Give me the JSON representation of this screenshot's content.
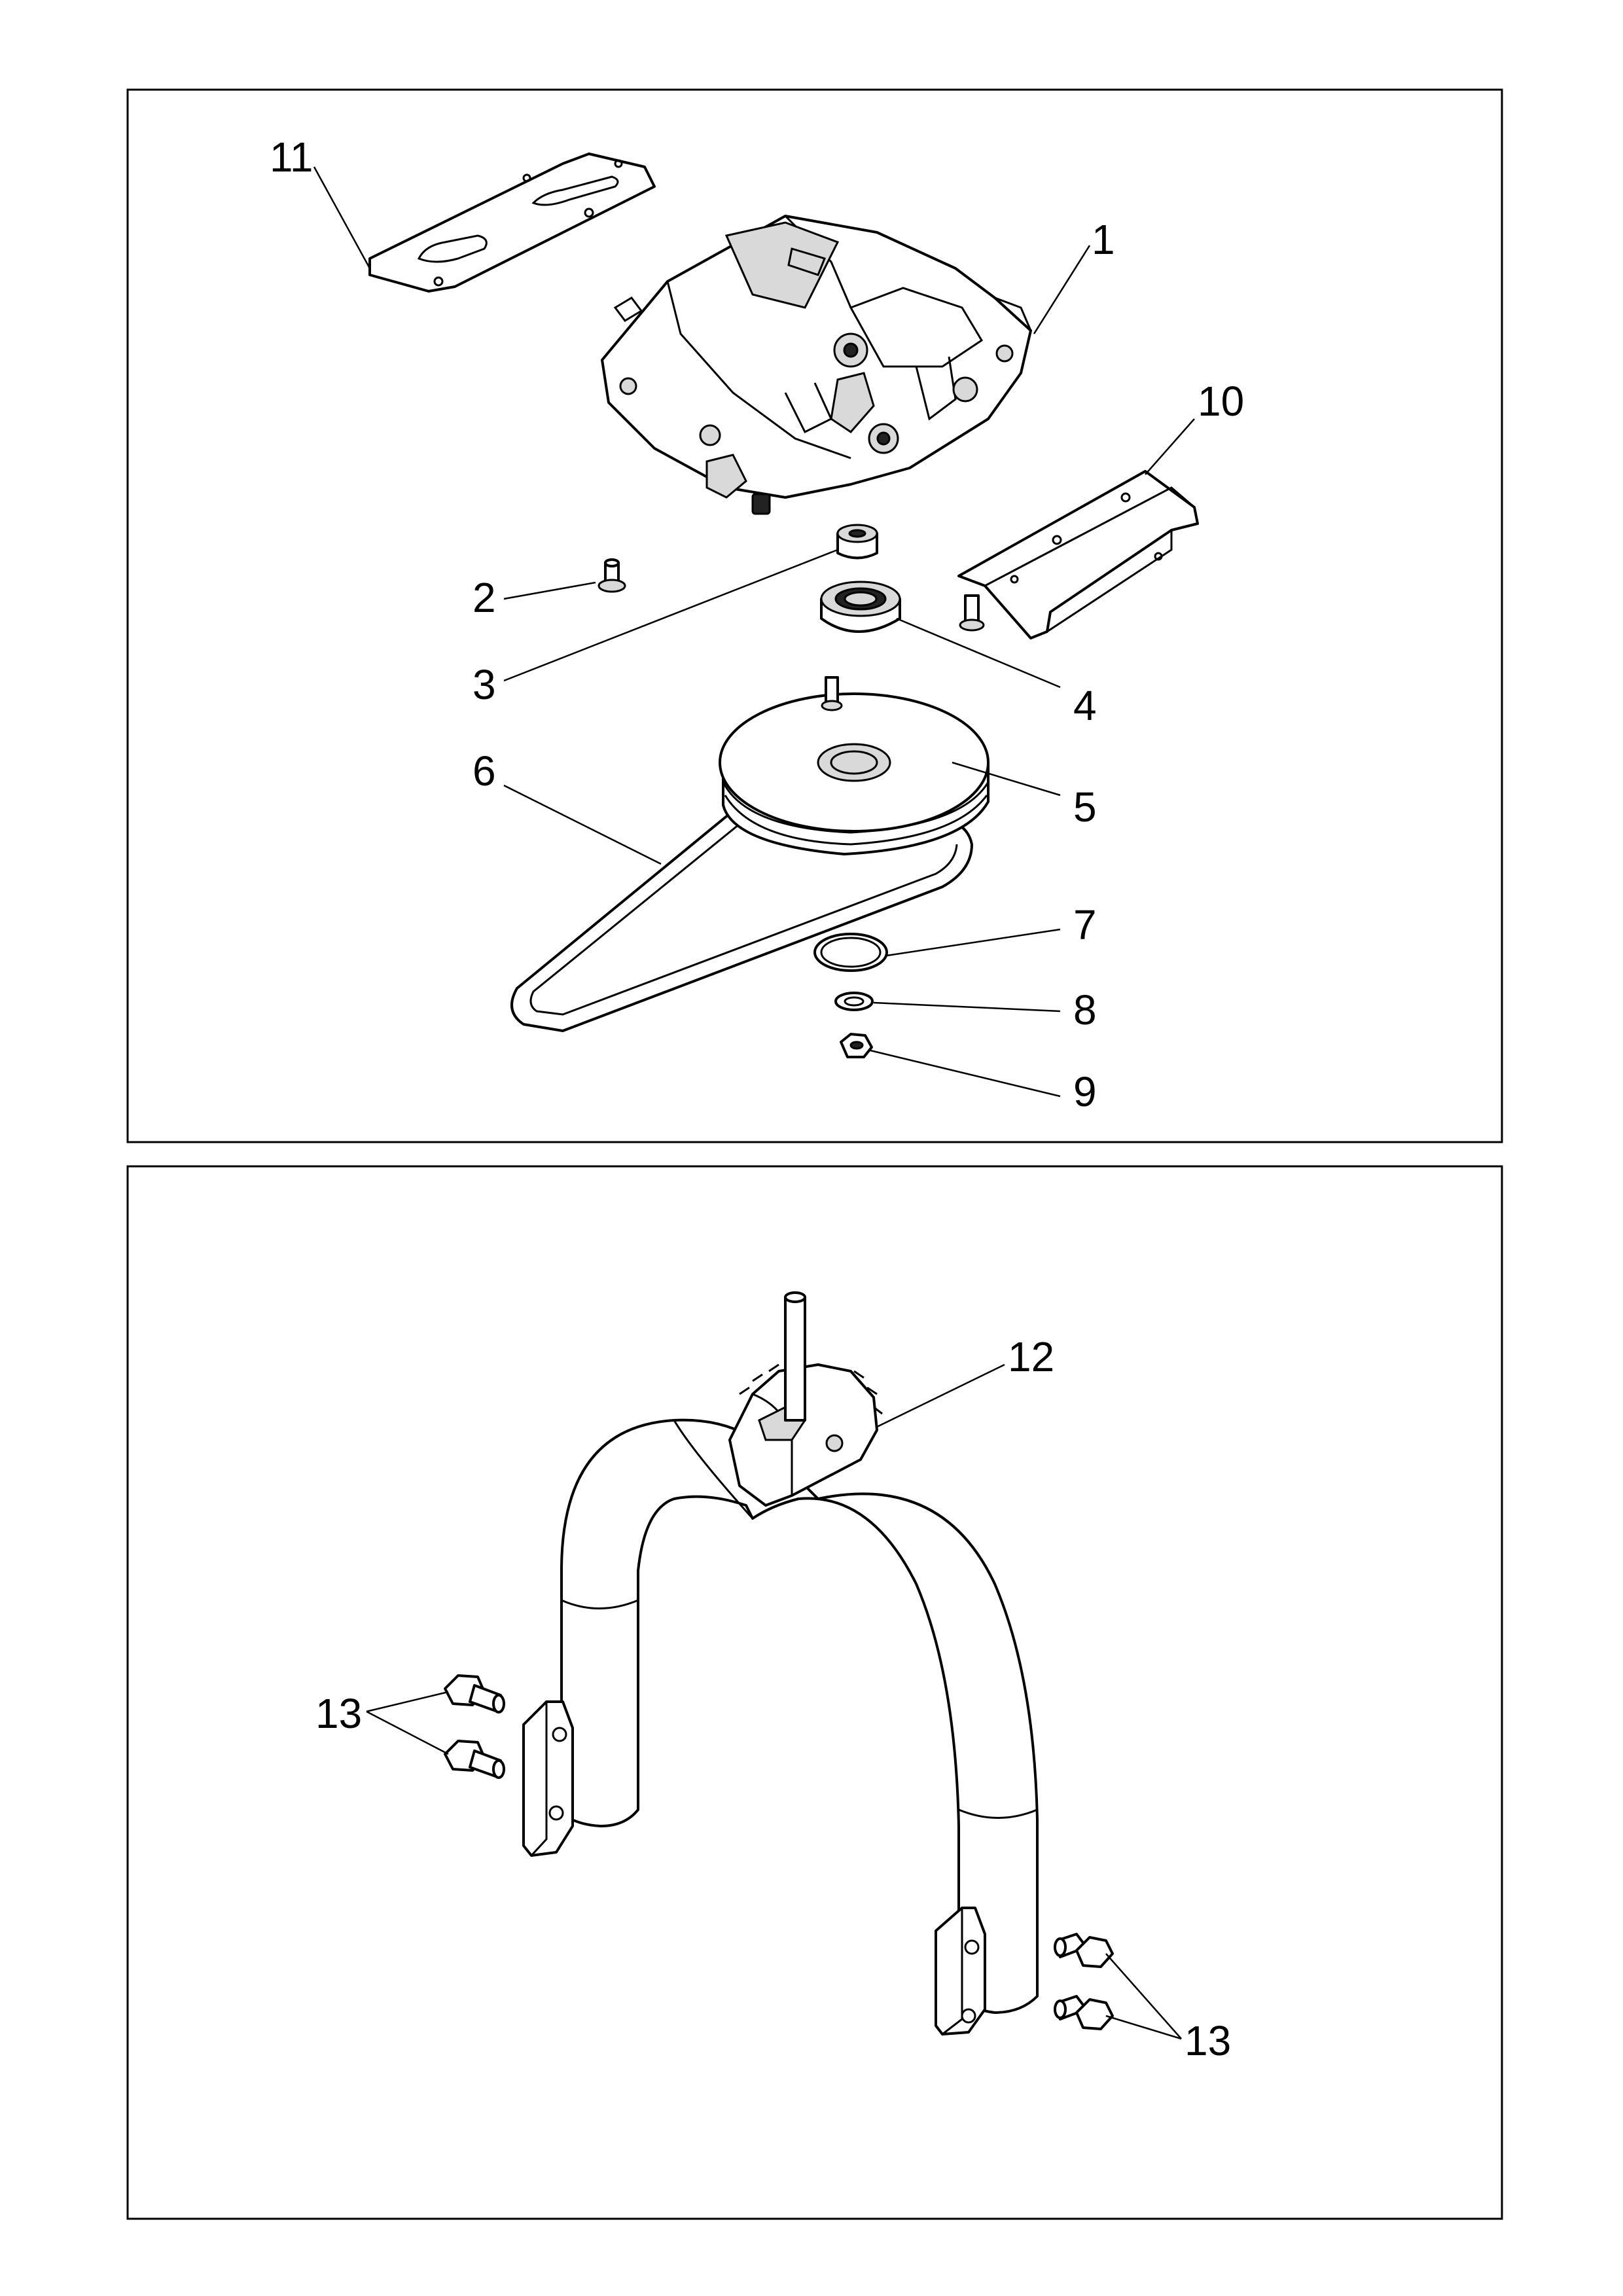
{
  "panels": [
    {
      "name": "upper-panel",
      "callouts": [
        "11",
        "1",
        "10",
        "2",
        "3",
        "4",
        "5",
        "6",
        "7",
        "8",
        "9"
      ]
    },
    {
      "name": "lower-panel",
      "callouts": [
        "12",
        "13",
        "13"
      ]
    }
  ]
}
